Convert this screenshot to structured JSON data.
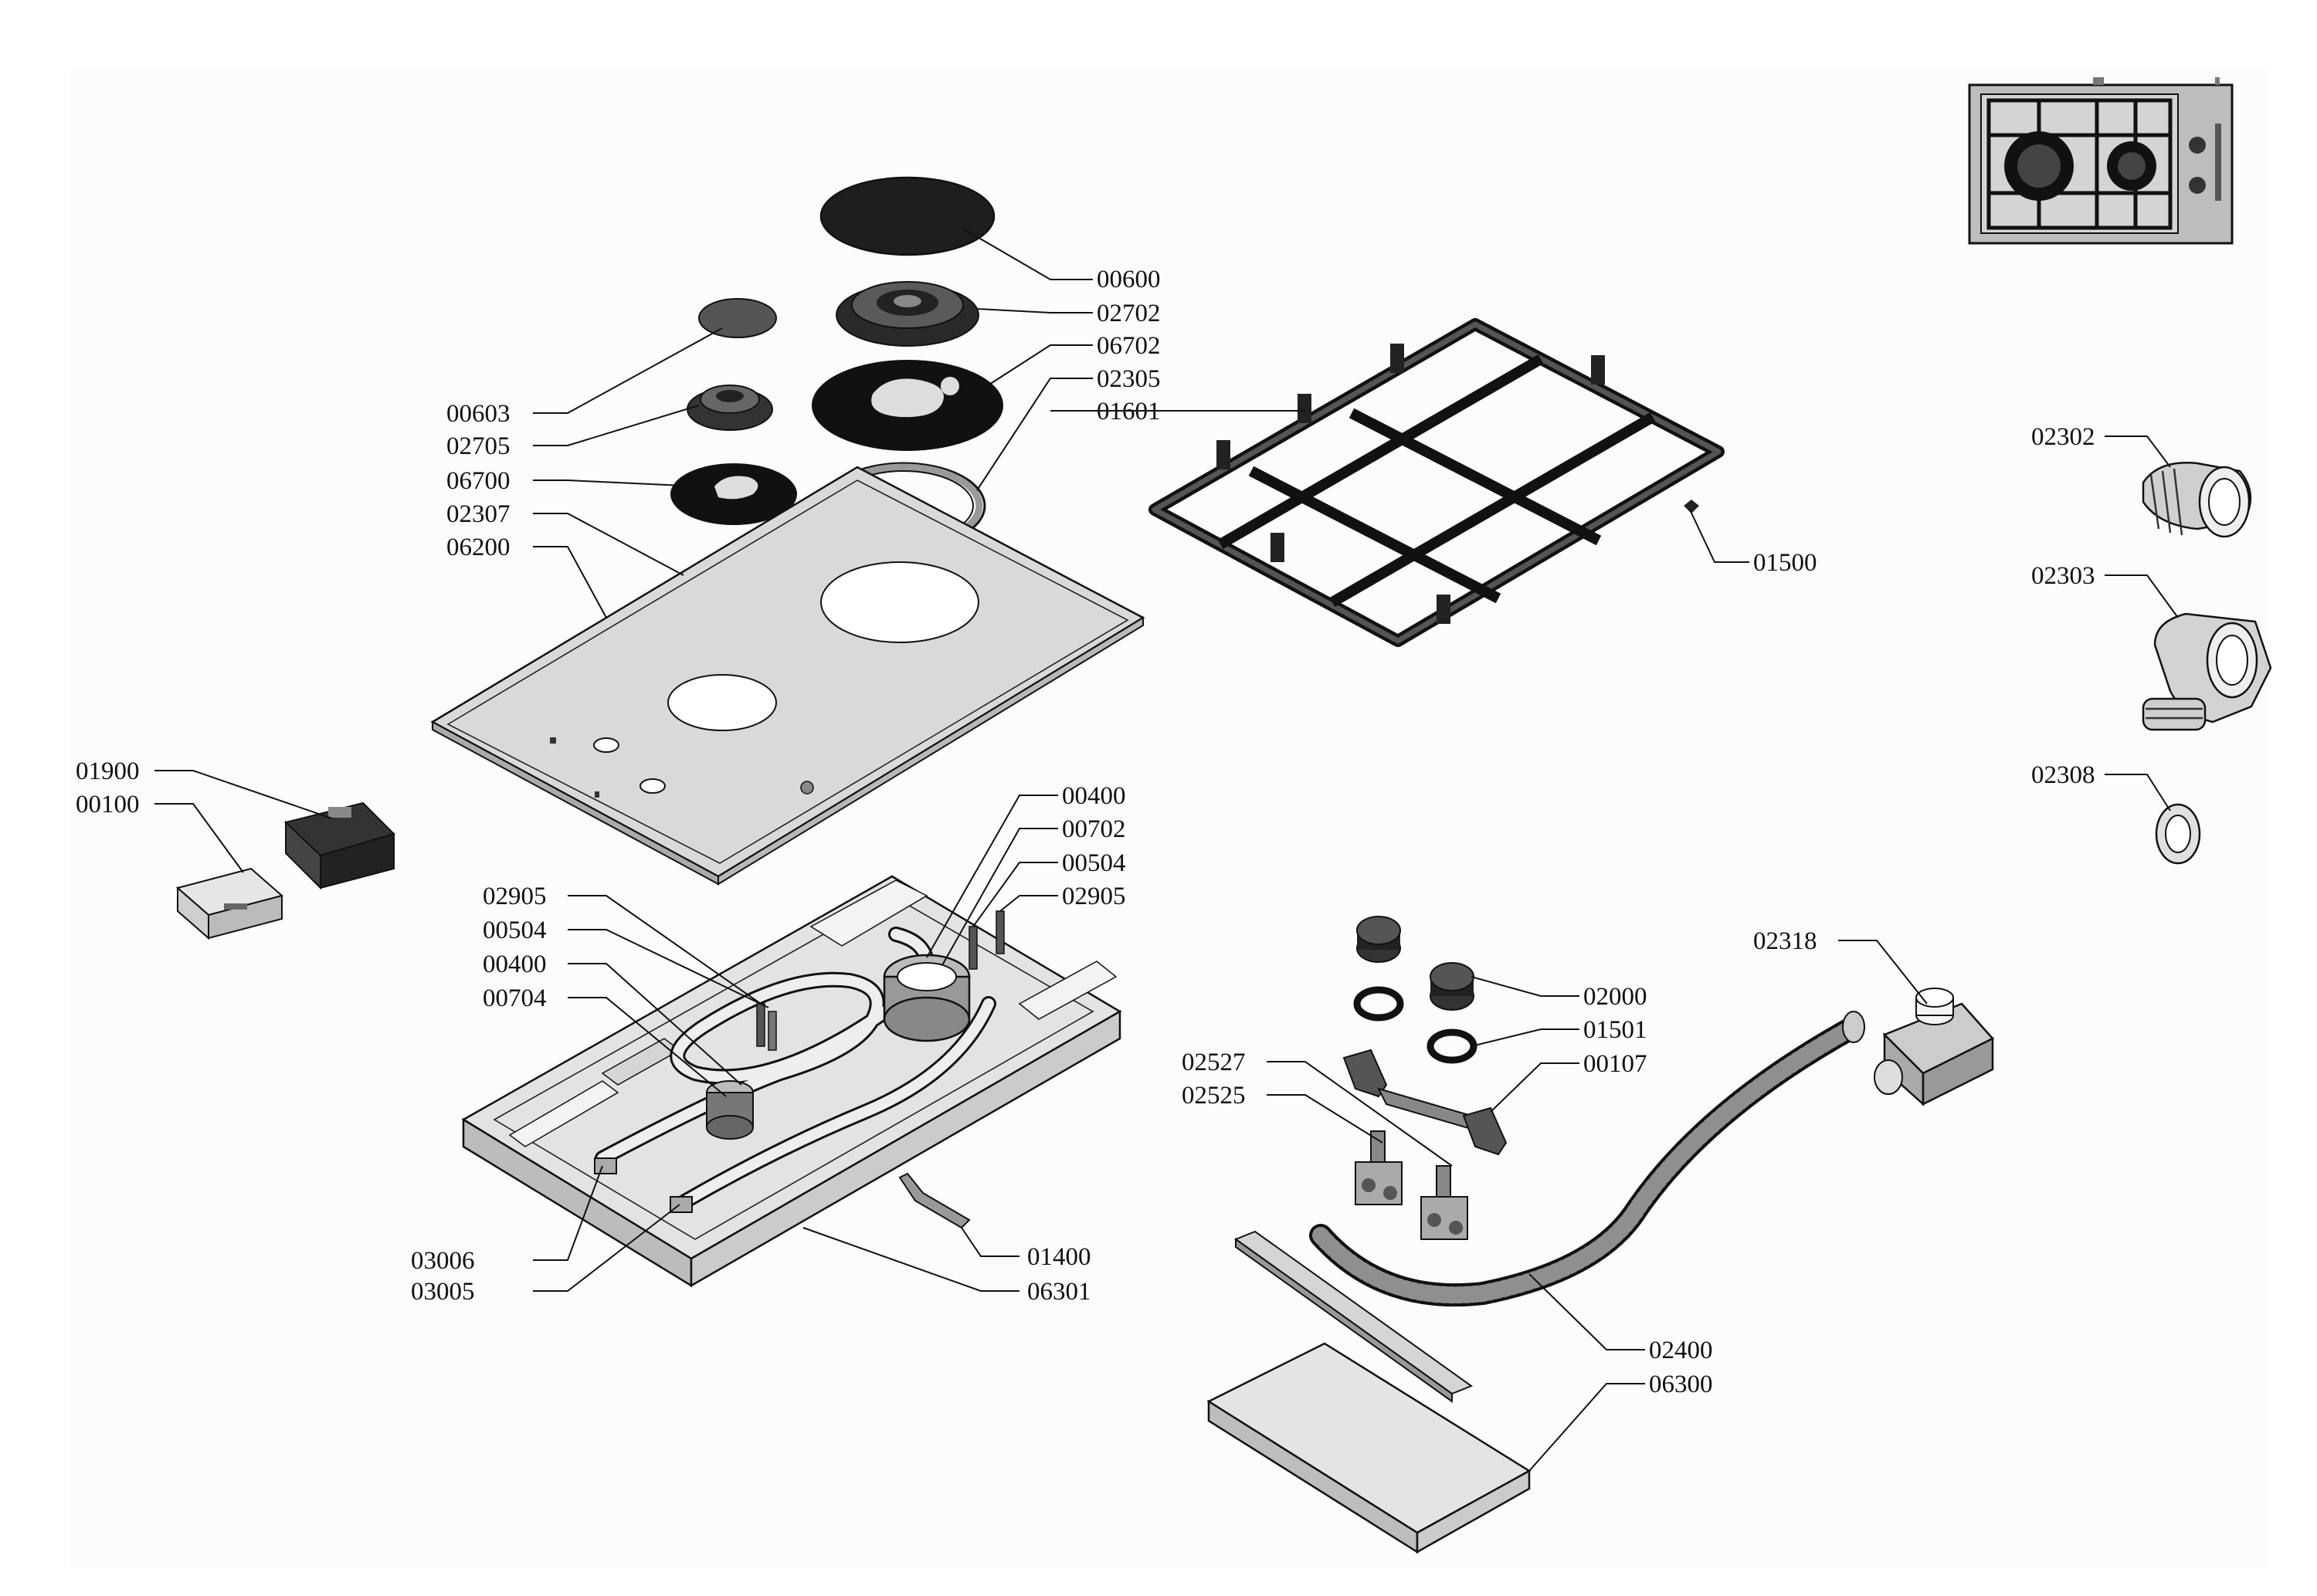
{
  "colors": {
    "background": "#ffffff",
    "line": "#111111",
    "metal_light": "#d9d9d9",
    "metal_dark": "#1e1e1e",
    "gasket": "#8c8c8c"
  },
  "labels": {
    "p00600": "00600",
    "p02702": "02702",
    "p06702": "06702",
    "p02305": "02305",
    "p01601": "01601",
    "p00603": "00603",
    "p02705": "02705",
    "p06700": "06700",
    "p02307": "02307",
    "p06200": "06200",
    "p01500": "01500",
    "p02302": "02302",
    "p02303": "02303",
    "p02308": "02308",
    "p01900": "01900",
    "p00100": "00100",
    "p00400a": "00400",
    "p00702": "00702",
    "p00504a": "00504",
    "p02905a": "02905",
    "p02905b": "02905",
    "p00504b": "00504",
    "p00400b": "00400",
    "p00704": "00704",
    "p03006": "03006",
    "p03005": "03005",
    "p01400": "01400",
    "p06301": "06301",
    "p02318": "02318",
    "p02000": "02000",
    "p01501": "01501",
    "p00107": "00107",
    "p02527": "02527",
    "p02525": "02525",
    "p02400": "02400",
    "p06300": "06300"
  }
}
